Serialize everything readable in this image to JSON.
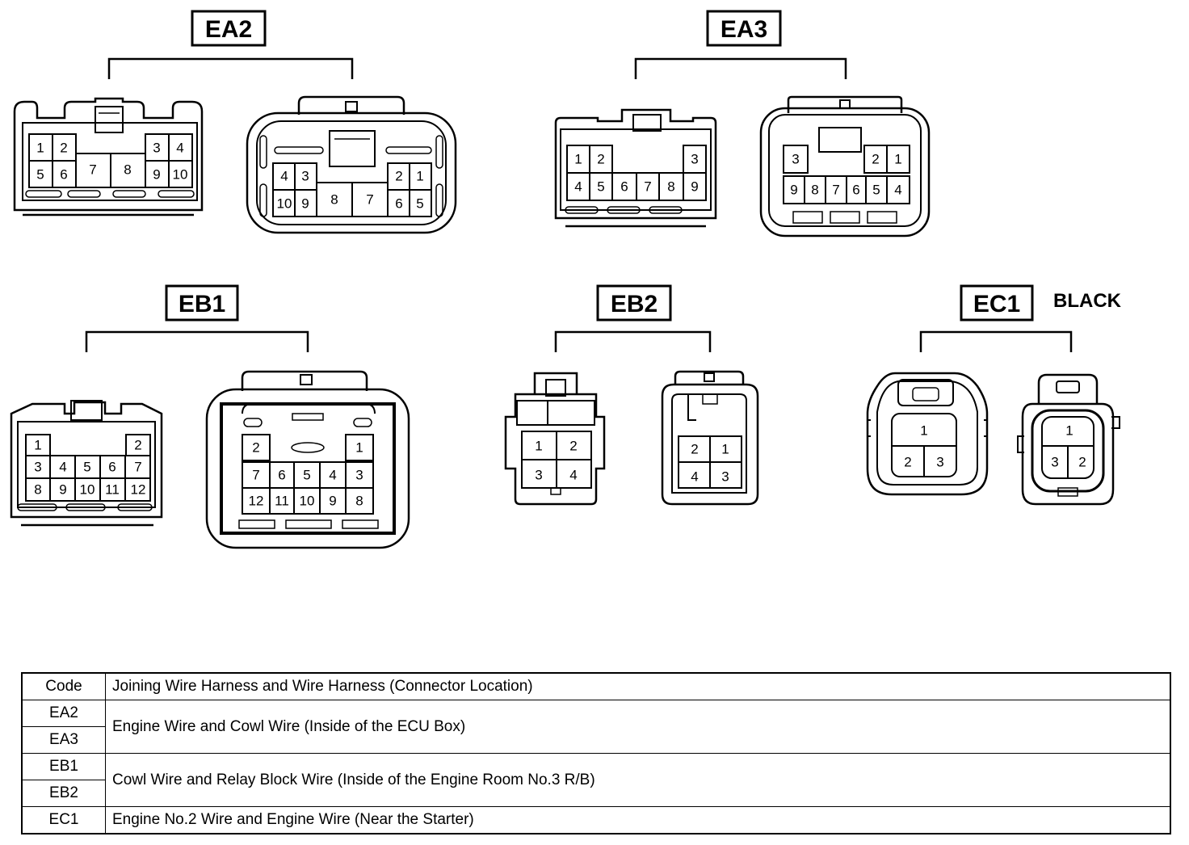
{
  "connectors": {
    "ea2": {
      "label": "EA2",
      "left_pins": [
        "1",
        "2",
        "3",
        "4",
        "5",
        "6",
        "7",
        "8",
        "9",
        "10"
      ],
      "right_pins": [
        "4",
        "3",
        "2",
        "1",
        "10",
        "9",
        "8",
        "7",
        "6",
        "5"
      ]
    },
    "ea3": {
      "label": "EA3",
      "left_pins": [
        "1",
        "2",
        "3",
        "4",
        "5",
        "6",
        "7",
        "8",
        "9"
      ],
      "right_pins": [
        "3",
        "2",
        "1",
        "9",
        "8",
        "7",
        "6",
        "5",
        "4"
      ]
    },
    "eb1": {
      "label": "EB1",
      "left_pins": [
        "1",
        "2",
        "3",
        "4",
        "5",
        "6",
        "7",
        "8",
        "9",
        "10",
        "11",
        "12"
      ],
      "right_pins": [
        "2",
        "1",
        "7",
        "6",
        "5",
        "4",
        "3",
        "12",
        "11",
        "10",
        "9",
        "8"
      ]
    },
    "eb2": {
      "label": "EB2",
      "left_pins": [
        "1",
        "2",
        "3",
        "4"
      ],
      "right_pins": [
        "2",
        "1",
        "4",
        "3"
      ]
    },
    "ec1": {
      "label": "EC1",
      "color_note": "BLACK",
      "left_pins": [
        "1",
        "2",
        "3"
      ],
      "right_pins": [
        "1",
        "3",
        "2"
      ]
    }
  },
  "table": {
    "header": {
      "code": "Code",
      "desc": "Joining Wire Harness and Wire Harness (Connector Location)"
    },
    "rows": [
      {
        "codes": [
          "EA2",
          "EA3"
        ],
        "desc": "Engine Wire and Cowl Wire (Inside of the ECU Box)"
      },
      {
        "codes": [
          "EB1",
          "EB2"
        ],
        "desc": "Cowl Wire and Relay Block Wire (Inside of the Engine Room No.3 R/B)"
      },
      {
        "codes": [
          "EC1"
        ],
        "desc": "Engine No.2 Wire and Engine Wire (Near the Starter)"
      }
    ]
  }
}
